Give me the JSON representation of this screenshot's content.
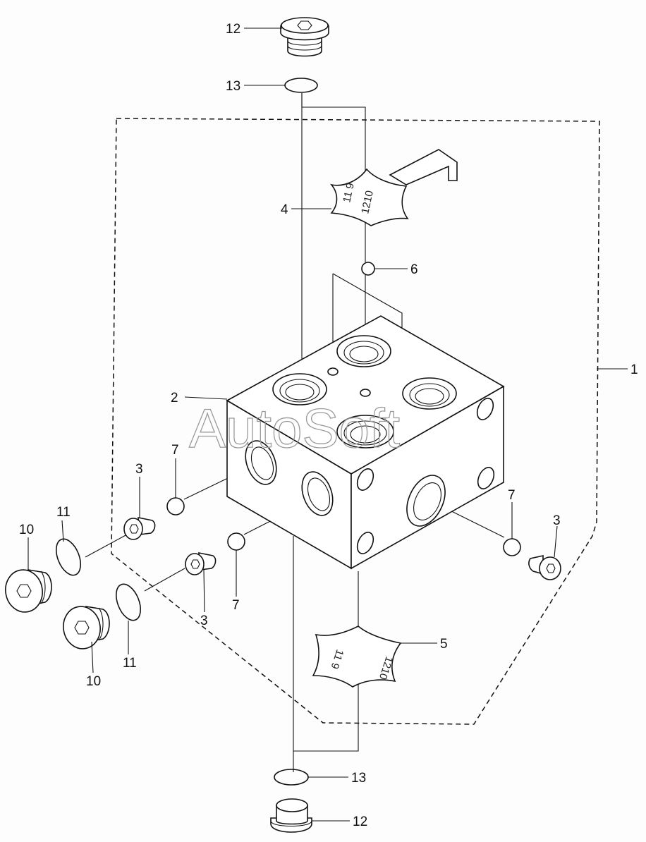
{
  "watermark": "AutoSoft",
  "callouts": {
    "c1": "1",
    "c2": "2",
    "c3a": "3",
    "c3b": "3",
    "c3c": "3",
    "c4": "4",
    "c5": "5",
    "c6": "6",
    "c7a": "7",
    "c7b": "7",
    "c7c": "7",
    "c10a": "10",
    "c10b": "10",
    "c11a": "11",
    "c11b": "11",
    "c12a": "12",
    "c12b": "12",
    "c13a": "13",
    "c13b": "13"
  },
  "tag_top": {
    "line1": "11 9",
    "line2": "1210"
  },
  "tag_bottom": {
    "line1": "11 9",
    "line2": "1210"
  }
}
